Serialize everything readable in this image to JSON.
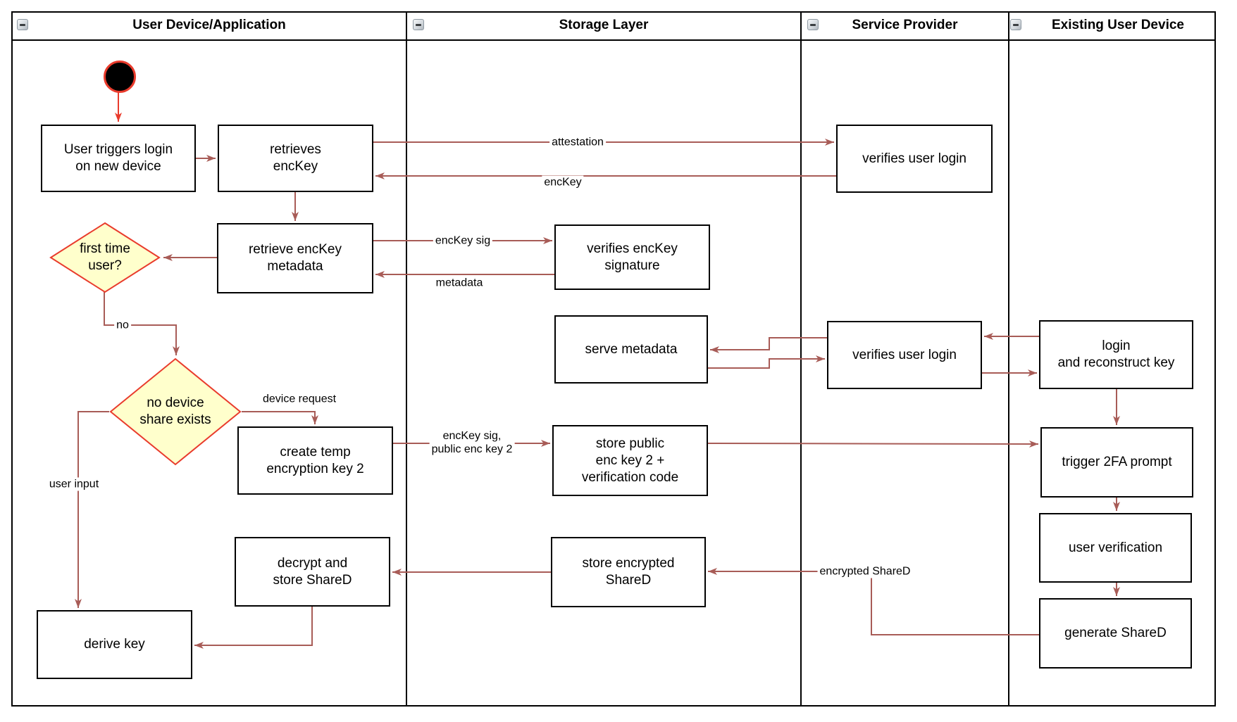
{
  "diagram": {
    "lanes": [
      {
        "title": "User Device/Application"
      },
      {
        "title": "Storage Layer"
      },
      {
        "title": "Service Provider"
      },
      {
        "title": "Existing User Device"
      }
    ],
    "nodes": {
      "user_triggers_login": {
        "label": "User triggers login\non new device"
      },
      "retrieves_enckey": {
        "label": "retrieves\nencKey"
      },
      "verifies_user_login_1": {
        "label": "verifies user login"
      },
      "retrieve_enckey_metadata": {
        "label": "retrieve encKey\nmetadata"
      },
      "verifies_enckey_signature": {
        "label": "verifies encKey\nsignature"
      },
      "serve_metadata": {
        "label": "serve metadata"
      },
      "verifies_user_login_2": {
        "label": "verifies user login"
      },
      "login_and_reconstruct_key": {
        "label": "login\nand reconstruct key"
      },
      "create_temp_encryption_key_2": {
        "label": "create temp\nencryption key 2"
      },
      "store_public_enc_key_2": {
        "label": "store public\nenc key 2 +\nverification code"
      },
      "trigger_2fa_prompt": {
        "label": "trigger 2FA prompt"
      },
      "user_verification": {
        "label": "user verification"
      },
      "generate_shared": {
        "label": "generate ShareD"
      },
      "store_encrypted_shared": {
        "label": "store encrypted\nShareD"
      },
      "decrypt_and_store_shared": {
        "label": "decrypt and\nstore ShareD"
      },
      "derive_key": {
        "label": "derive key"
      }
    },
    "decisions": {
      "first_time_user": {
        "label": "first time\nuser?"
      },
      "no_device_share_exists": {
        "label": "no device\nshare exists"
      }
    },
    "edge_labels": {
      "attestation": "attestation",
      "enckey": "encKey",
      "enckey_sig": "encKey sig",
      "metadata": "metadata",
      "no": "no",
      "device_request": "device request",
      "enckey_sig_public_enc_key_2": "encKey sig,\npublic enc key 2",
      "user_input": "user input",
      "encrypted_shared": "encrypted ShareD"
    },
    "colors": {
      "connector": "#a85c57",
      "highlight_red": "#e93b2c",
      "decision_fill": "#ffffcc",
      "node_border": "#000000",
      "node_fill": "#ffffff"
    }
  }
}
